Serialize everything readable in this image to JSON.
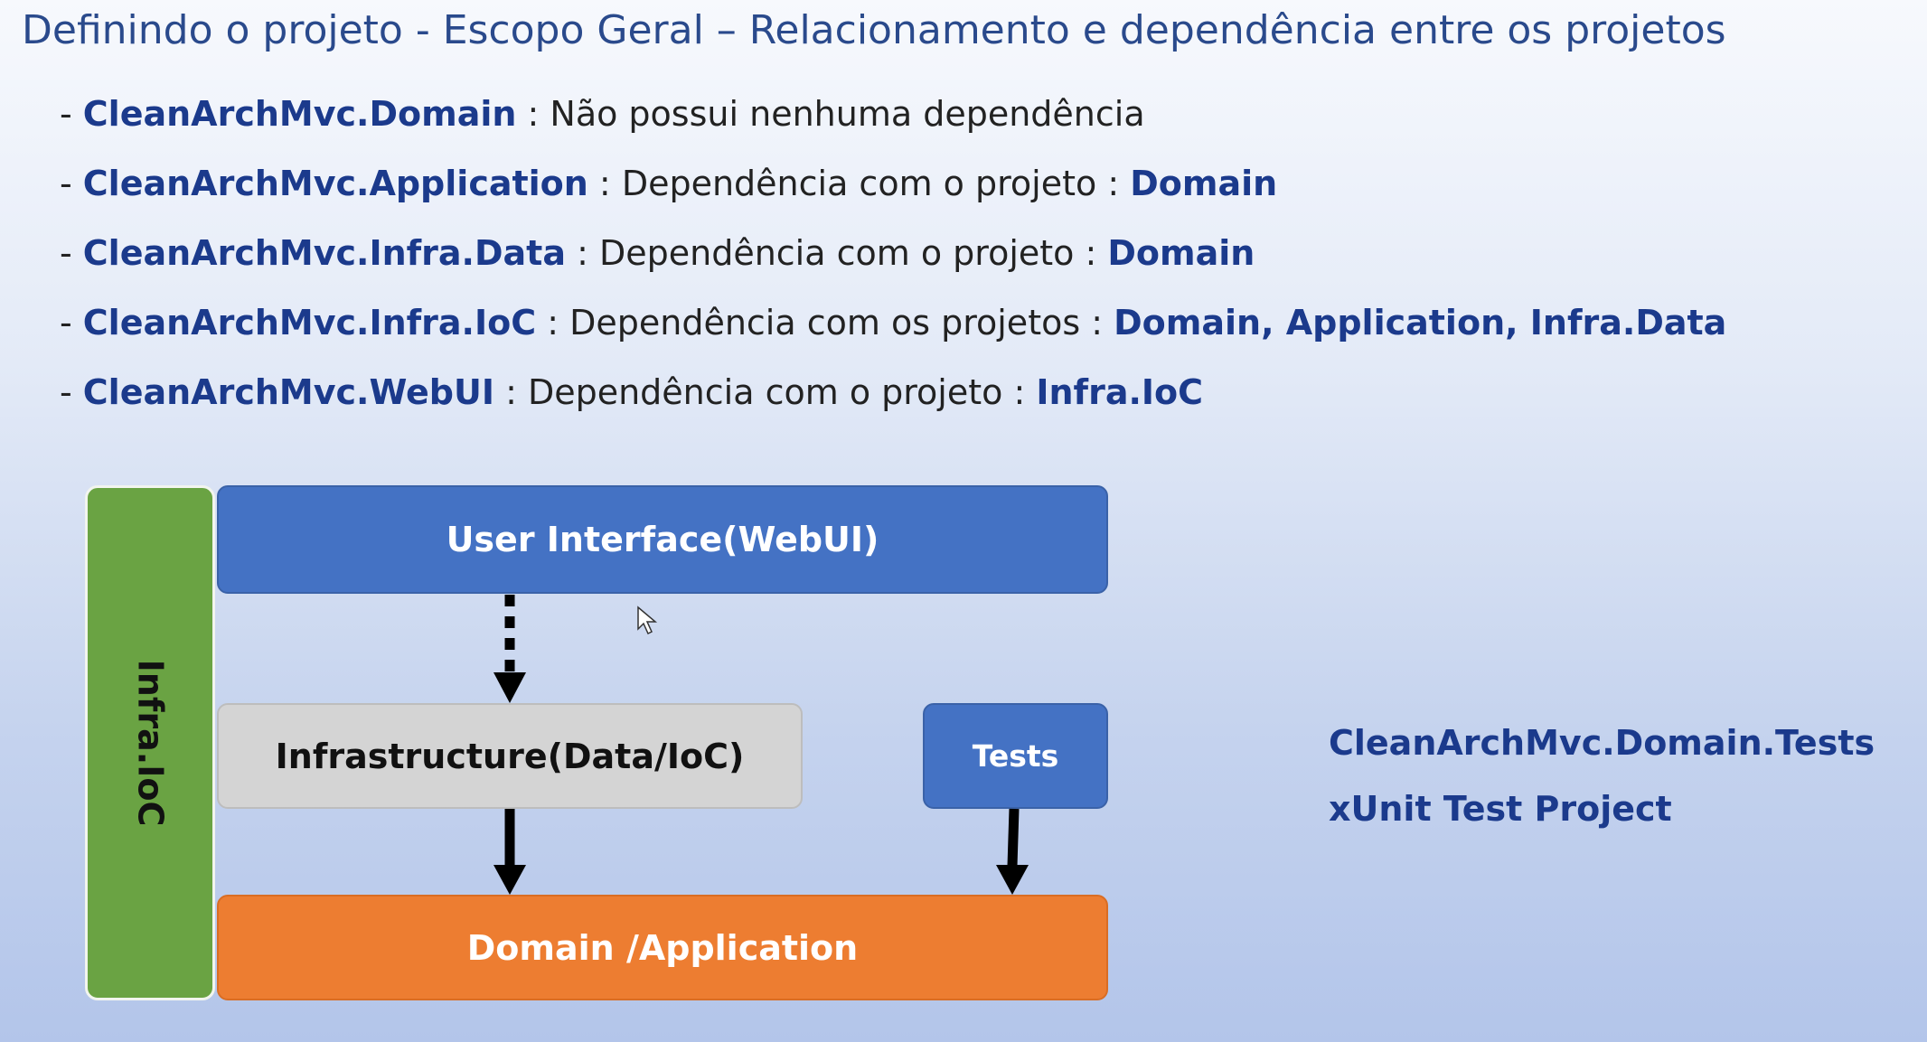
{
  "title": "Definindo o projeto  - Escopo Geral – Relacionamento e dependência entre os projetos",
  "bullets": [
    {
      "prefix": "- ",
      "project": "CleanArchMvc.Domain",
      "sep": "  :   ",
      "text": "Não possui nenhuma dependência",
      "deps": ""
    },
    {
      "prefix": "- ",
      "project": "CleanArchMvc.Application",
      "sep": " :  ",
      "text": "Dependência com o projeto :  ",
      "deps": "Domain"
    },
    {
      "prefix": "- ",
      "project": "CleanArchMvc.Infra.Data",
      "sep": " :  ",
      "text": "Dependência com o projeto :  ",
      "deps": "Domain"
    },
    {
      "prefix": "- ",
      "project": "CleanArchMvc.Infra.IoC",
      "sep": " : ",
      "text": "Dependência com os projetos : ",
      "deps": "Domain, Application, Infra.Data"
    },
    {
      "prefix": "- ",
      "project": "CleanArchMvc.WebUI",
      "sep": " :  ",
      "text": "Dependência com o projeto : ",
      "deps": "Infra.IoC"
    }
  ],
  "diagram": {
    "ioc_label": "Infra.IoC",
    "ui_label": "User Interface(WebUI)",
    "infra_label": "Infrastructure(Data/IoC)",
    "tests_label": "Tests",
    "domain_label": "Domain /Application",
    "colors": {
      "ioc": "#6aa343",
      "ui": "#4472c4",
      "infra": "#d4d4d4",
      "tests": "#4472c4",
      "domain": "#ed7d31",
      "arrow": "#000000"
    }
  },
  "side_notes": {
    "project": "CleanArchMvc.Domain.Tests",
    "type": "xUnit Test Project"
  }
}
